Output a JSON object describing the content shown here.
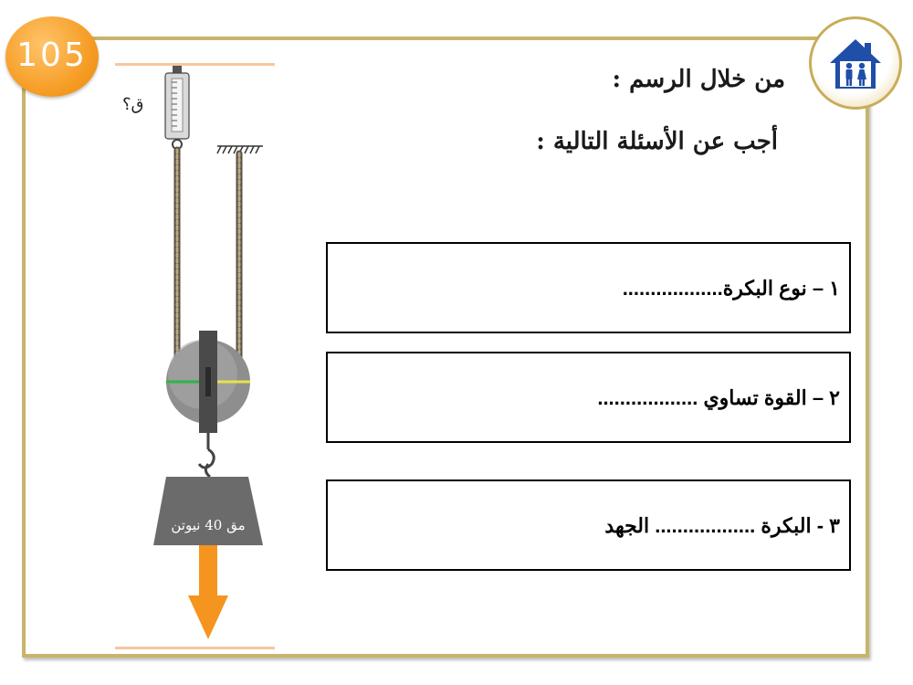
{
  "page": {
    "number": "105",
    "title": "من خلال الرسم :",
    "subtitle": "أجب عن الأسئلة التالية :"
  },
  "questions": [
    {
      "text": "١ – نوع البكرة.................."
    },
    {
      "text": "٢ – القوة تساوي .................."
    },
    {
      "text": "٣ - البكرة .................. الجهد"
    }
  ],
  "diagram": {
    "scale_label": "ق؟",
    "weight_label": "مق 40 نيوتن"
  },
  "icons": {
    "home": "home-family-icon"
  },
  "colors": {
    "frame": "#c8b46a",
    "badge": "#f59b22",
    "arrow": "#f5941e",
    "weight": "#6b6b6b"
  }
}
